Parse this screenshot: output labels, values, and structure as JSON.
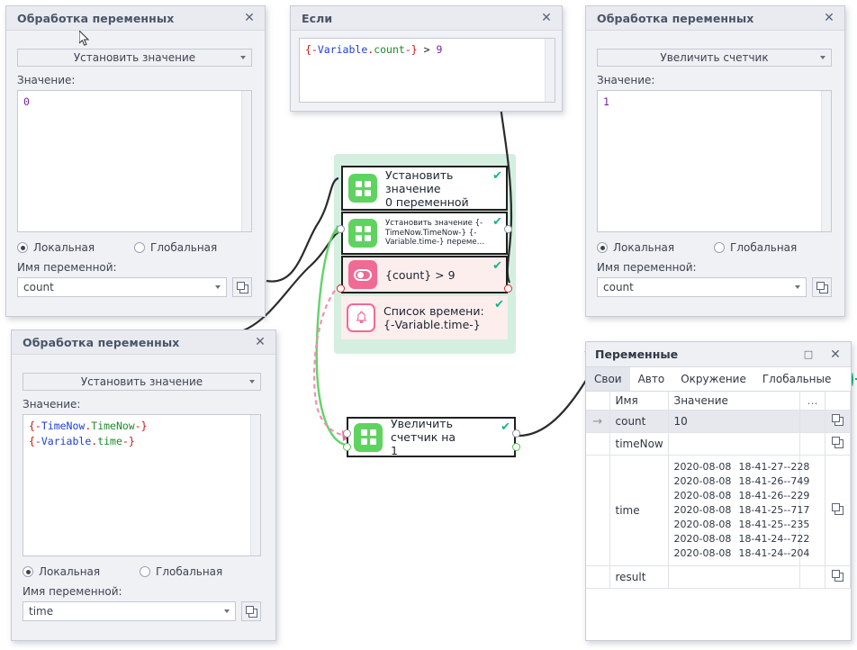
{
  "panels": {
    "set_count": {
      "title": "Обработка переменных",
      "action": "Установить значение",
      "value_label": "Значение:",
      "code": "0",
      "radio_local": "Локальная",
      "radio_global": "Глобальная",
      "name_label": "Имя переменной:",
      "var_name": "count"
    },
    "if_panel": {
      "title": "Если",
      "code_brace_open": "{-",
      "code_ns": "Variable",
      "code_dot": ".",
      "code_prop": "count",
      "code_brace_close": "-}",
      "code_op": ">",
      "code_num": "9"
    },
    "increment": {
      "title": "Обработка переменных",
      "action": "Увеличить счетчик",
      "value_label": "Значение:",
      "code": "1",
      "radio_local": "Локальная",
      "radio_global": "Глобальная",
      "name_label": "Имя переменной:",
      "var_name": "count"
    },
    "set_time": {
      "title": "Обработка переменных",
      "action": "Установить значение",
      "value_label": "Значение:",
      "line1": {
        "open": "{-",
        "ns": "TimeNow",
        "dot": ".",
        "prop": "TimeNow",
        "close": "-}"
      },
      "line2": {
        "open": "{-",
        "ns": "Variable",
        "dot": ".",
        "prop": "time",
        "close": "-}"
      },
      "radio_local": "Локальная",
      "radio_global": "Глобальная",
      "name_label": "Имя переменной:",
      "var_name": "time"
    }
  },
  "flow": {
    "nodes": [
      {
        "id": "set-zero",
        "label": "Установить значение\n0 переменной",
        "icon": "grid-icon",
        "check": "✔"
      },
      {
        "id": "set-time",
        "label": "Установить значение {-TimeNow.TimeNow-} {-Variable.time-} переме…",
        "icon": "grid-icon",
        "check": "✔"
      },
      {
        "id": "condition",
        "label": "{count} > 9",
        "icon": "eye-icon",
        "check": "✔"
      },
      {
        "id": "notify",
        "label": "Список времени:\n{-Variable.time-}",
        "icon": "bell-icon",
        "check": "✔"
      },
      {
        "id": "increment",
        "label": "Увеличить счетчик на\n1",
        "icon": "grid-icon",
        "check": "✔"
      }
    ]
  },
  "variables_window": {
    "title": "Переменные",
    "maximize_glyph": "□",
    "close_glyph": "✕",
    "tabs": [
      "Свои",
      "Авто",
      "Окружение",
      "Глобальные"
    ],
    "active_tab": "Свои",
    "add_label": "+",
    "columns": [
      "",
      "Имя",
      "Значение",
      "…",
      ""
    ],
    "rows": [
      {
        "marker": "→",
        "name": "count",
        "value": "10",
        "selected": true,
        "copy": true
      },
      {
        "marker": "",
        "name": "timeNow",
        "value": "",
        "selected": false,
        "copy": true
      },
      {
        "marker": "",
        "name": "time",
        "value": "",
        "selected": false,
        "copy": true,
        "list": [
          [
            "2020-08-08",
            "18-41-27--228"
          ],
          [
            "2020-08-08",
            "18-41-26--749"
          ],
          [
            "2020-08-08",
            "18-41-26--229"
          ],
          [
            "2020-08-08",
            "18-41-25--717"
          ],
          [
            "2020-08-08",
            "18-41-25--235"
          ],
          [
            "2020-08-08",
            "18-41-24--722"
          ],
          [
            "2020-08-08",
            "18-41-24--204"
          ]
        ]
      },
      {
        "marker": "",
        "name": "result",
        "value": "",
        "selected": false,
        "copy": true
      }
    ]
  },
  "colors": {
    "green_node": "#5fd35f",
    "pink_node": "#f06a94",
    "group_bg": "#d4efe0",
    "check": "#17b589",
    "accent_add": "#19a974"
  }
}
